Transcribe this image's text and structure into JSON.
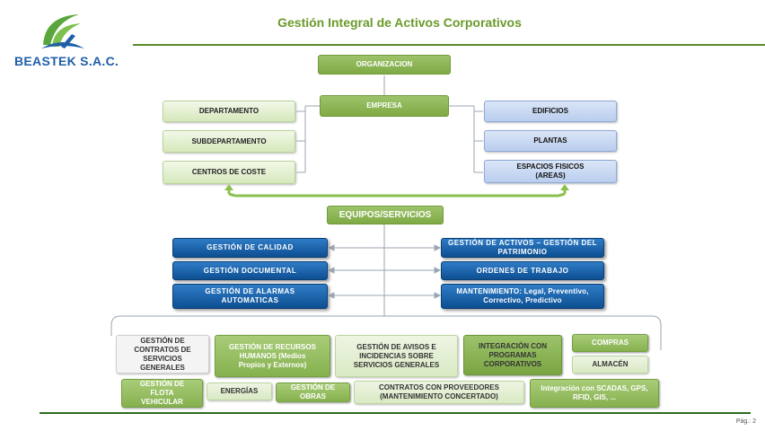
{
  "header": {
    "company": "BEASTEK S.A.C.",
    "title": "Gestión Integral de Activos Corporativos"
  },
  "org": {
    "organizacion": "ORGANIZACION",
    "empresa": "EMPRESA",
    "left": [
      "DEPARTAMENTO",
      "SUBDEPARTAMENTO",
      "CENTROS DE COSTE"
    ],
    "right": [
      "EDIFICIOS",
      "PLANTAS",
      "ESPACIOS FISICOS (AREAS)"
    ],
    "equipos": "EQUIPOS/SERVICIOS"
  },
  "modules": {
    "left": [
      "GESTIÓN DE CALIDAD",
      "GESTIÓN DOCUMENTAL",
      "GESTIÓN DE ALARMAS AUTOMATICAS"
    ],
    "right": [
      "GESTIÓN DE ACTIVOS – GESTIÓN DEL PATRIMONIO",
      "ORDENES DE TRABAJO",
      "MANTENIMIENTO: Legal, Preventivo, Correctivo, Predictivo"
    ]
  },
  "bottom": {
    "contratos_servicios": "GESTIÓN DE CONTRATOS DE SERVICIOS GENERALES",
    "rrhh": "GESTIÓN DE RECURSOS HUMANOS (Medios Propios y Externos)",
    "avisos": "GESTIÓN DE AVISOS E INCIDENCIAS SOBRE SERVICIOS GENERALES",
    "integracion": "INTEGRACIÓN CON PROGRAMAS CORPORATIVOS",
    "compras": "COMPRAS",
    "almacen": "ALMACÉN",
    "flota": "GESTIÓN DE FLOTA VEHICULAR",
    "energias": "ENERGÍAS",
    "obras": "GESTIÓN DE OBRAS",
    "proveedores": "CONTRATOS CON PROVEEDORES (MANTENIMIENTO CONCERTADO)",
    "scadas": "Integración con SCADAS, GPS, RFID, GIS, ..."
  },
  "footer": {
    "page": "Pág.: 2"
  },
  "colors": {
    "accent_green": "#7faa45",
    "title_green": "#6a9a2a",
    "dark_blue": "#0d4f92",
    "brand_blue": "#1f5fa8"
  }
}
